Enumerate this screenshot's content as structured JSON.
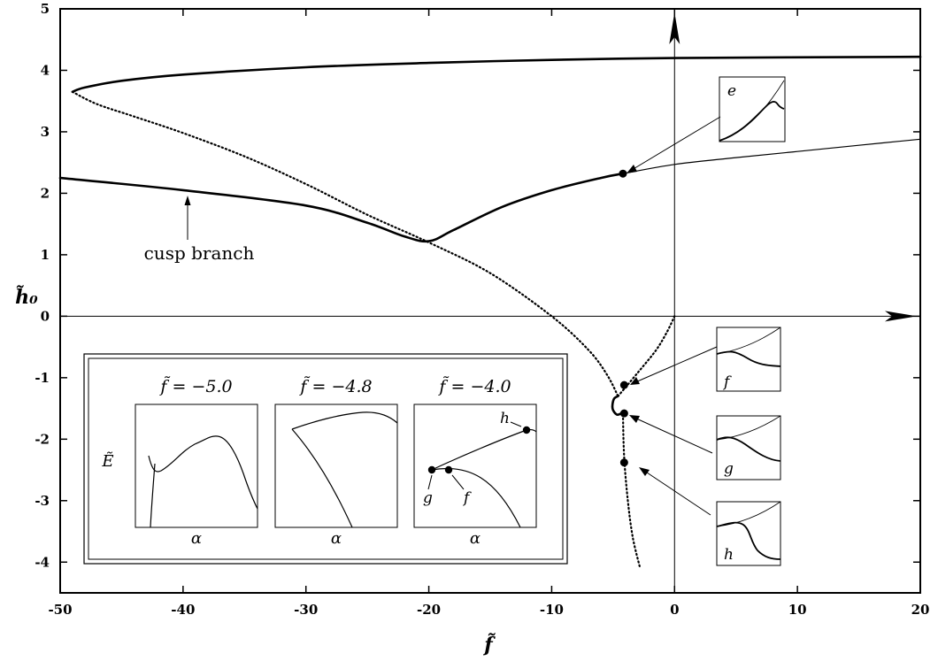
{
  "chart_data": {
    "type": "line",
    "title": "",
    "xlabel": "f̃",
    "ylabel": "h̃₀",
    "xlim": [
      -50,
      20
    ],
    "ylim": [
      -4.5,
      5
    ],
    "xticks": [
      "-50",
      "-40",
      "-30",
      "-20",
      "-10",
      "0",
      "10",
      "20"
    ],
    "yticks": [
      "5",
      "4",
      "3",
      "2",
      "1",
      "0",
      "-1",
      "-2",
      "-3",
      "-4"
    ],
    "annotation": "cusp branch",
    "marked_points": [
      {
        "label": "e",
        "x": -4.2,
        "y": 2.32
      },
      {
        "label": "f",
        "x": -4.1,
        "y": -1.12
      },
      {
        "label": "g",
        "x": -4.1,
        "y": -1.58
      },
      {
        "label": "h",
        "x": -4.1,
        "y": -2.38
      }
    ],
    "series": [
      {
        "style": "thick-solid",
        "x": [
          20,
          0,
          -10,
          -20,
          -30,
          -40,
          -45,
          -48,
          -49
        ],
        "y": [
          4.22,
          4.2,
          4.17,
          4.12,
          4.05,
          3.93,
          3.83,
          3.72,
          3.65
        ]
      },
      {
        "style": "dotted",
        "x": [
          -49,
          -47,
          -44,
          -40,
          -35,
          -30,
          -25,
          -20,
          -15,
          -10,
          -7,
          -5.5,
          -4.6
        ],
        "y": [
          3.65,
          3.45,
          3.25,
          2.98,
          2.6,
          2.15,
          1.65,
          1.2,
          0.7,
          0.0,
          -0.55,
          -0.95,
          -1.3
        ]
      },
      {
        "style": "thick-solid",
        "x": [
          -50,
          -40,
          -30,
          -25,
          -22,
          -20,
          -18,
          -14,
          -10,
          -6,
          -4.2
        ],
        "y": [
          2.25,
          2.05,
          1.8,
          1.52,
          1.3,
          1.22,
          1.4,
          1.78,
          2.05,
          2.25,
          2.32
        ]
      },
      {
        "style": "thin-solid",
        "x": [
          -4.2,
          0,
          5,
          10,
          15,
          20
        ],
        "y": [
          2.32,
          2.47,
          2.58,
          2.68,
          2.78,
          2.88
        ]
      },
      {
        "style": "dotted",
        "x": [
          -4.6,
          -3,
          -1.5,
          -0.6,
          0
        ],
        "y": [
          -1.3,
          -0.92,
          -0.55,
          -0.25,
          0
        ]
      },
      {
        "style": "thick-solid",
        "x": [
          -4.6,
          -4.95,
          -5.05,
          -4.7,
          -4.3,
          -4.1
        ],
        "y": [
          -1.3,
          -1.35,
          -1.5,
          -1.6,
          -1.58,
          -1.6
        ]
      },
      {
        "style": "dotted",
        "x": [
          -4.2,
          -4.1,
          -3.8,
          -3.4,
          -2.8
        ],
        "y": [
          -1.6,
          -2.3,
          -3.0,
          -3.6,
          -4.1
        ]
      }
    ]
  },
  "insets": {
    "left": {
      "titles": [
        "f̃ = −5.0",
        "f̃ = −4.8",
        "f̃ = −4.0"
      ],
      "ylabel": "Ẽ",
      "xlabel": "α",
      "points": [
        "h",
        "g",
        "f"
      ]
    },
    "right": [
      "e",
      "f",
      "g",
      "h"
    ]
  }
}
